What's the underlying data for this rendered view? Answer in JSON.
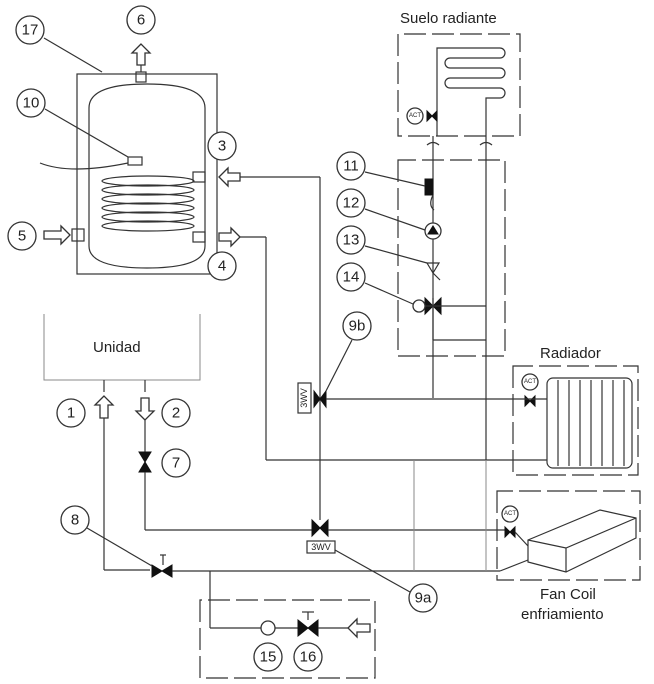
{
  "labels": {
    "suelo_radiante": "Suelo radiante",
    "unidad": "Unidad",
    "radiador": "Radiador",
    "fan_coil_line1": "Fan Coil",
    "fan_coil_line2": "enfriamiento",
    "act": "ACT",
    "valve_3wv": "3WV"
  },
  "callouts": [
    "17",
    "6",
    "10",
    "3",
    "5",
    "4",
    "11",
    "12",
    "13",
    "14",
    "9b",
    "1",
    "2",
    "7",
    "8",
    "9a",
    "15",
    "16"
  ]
}
